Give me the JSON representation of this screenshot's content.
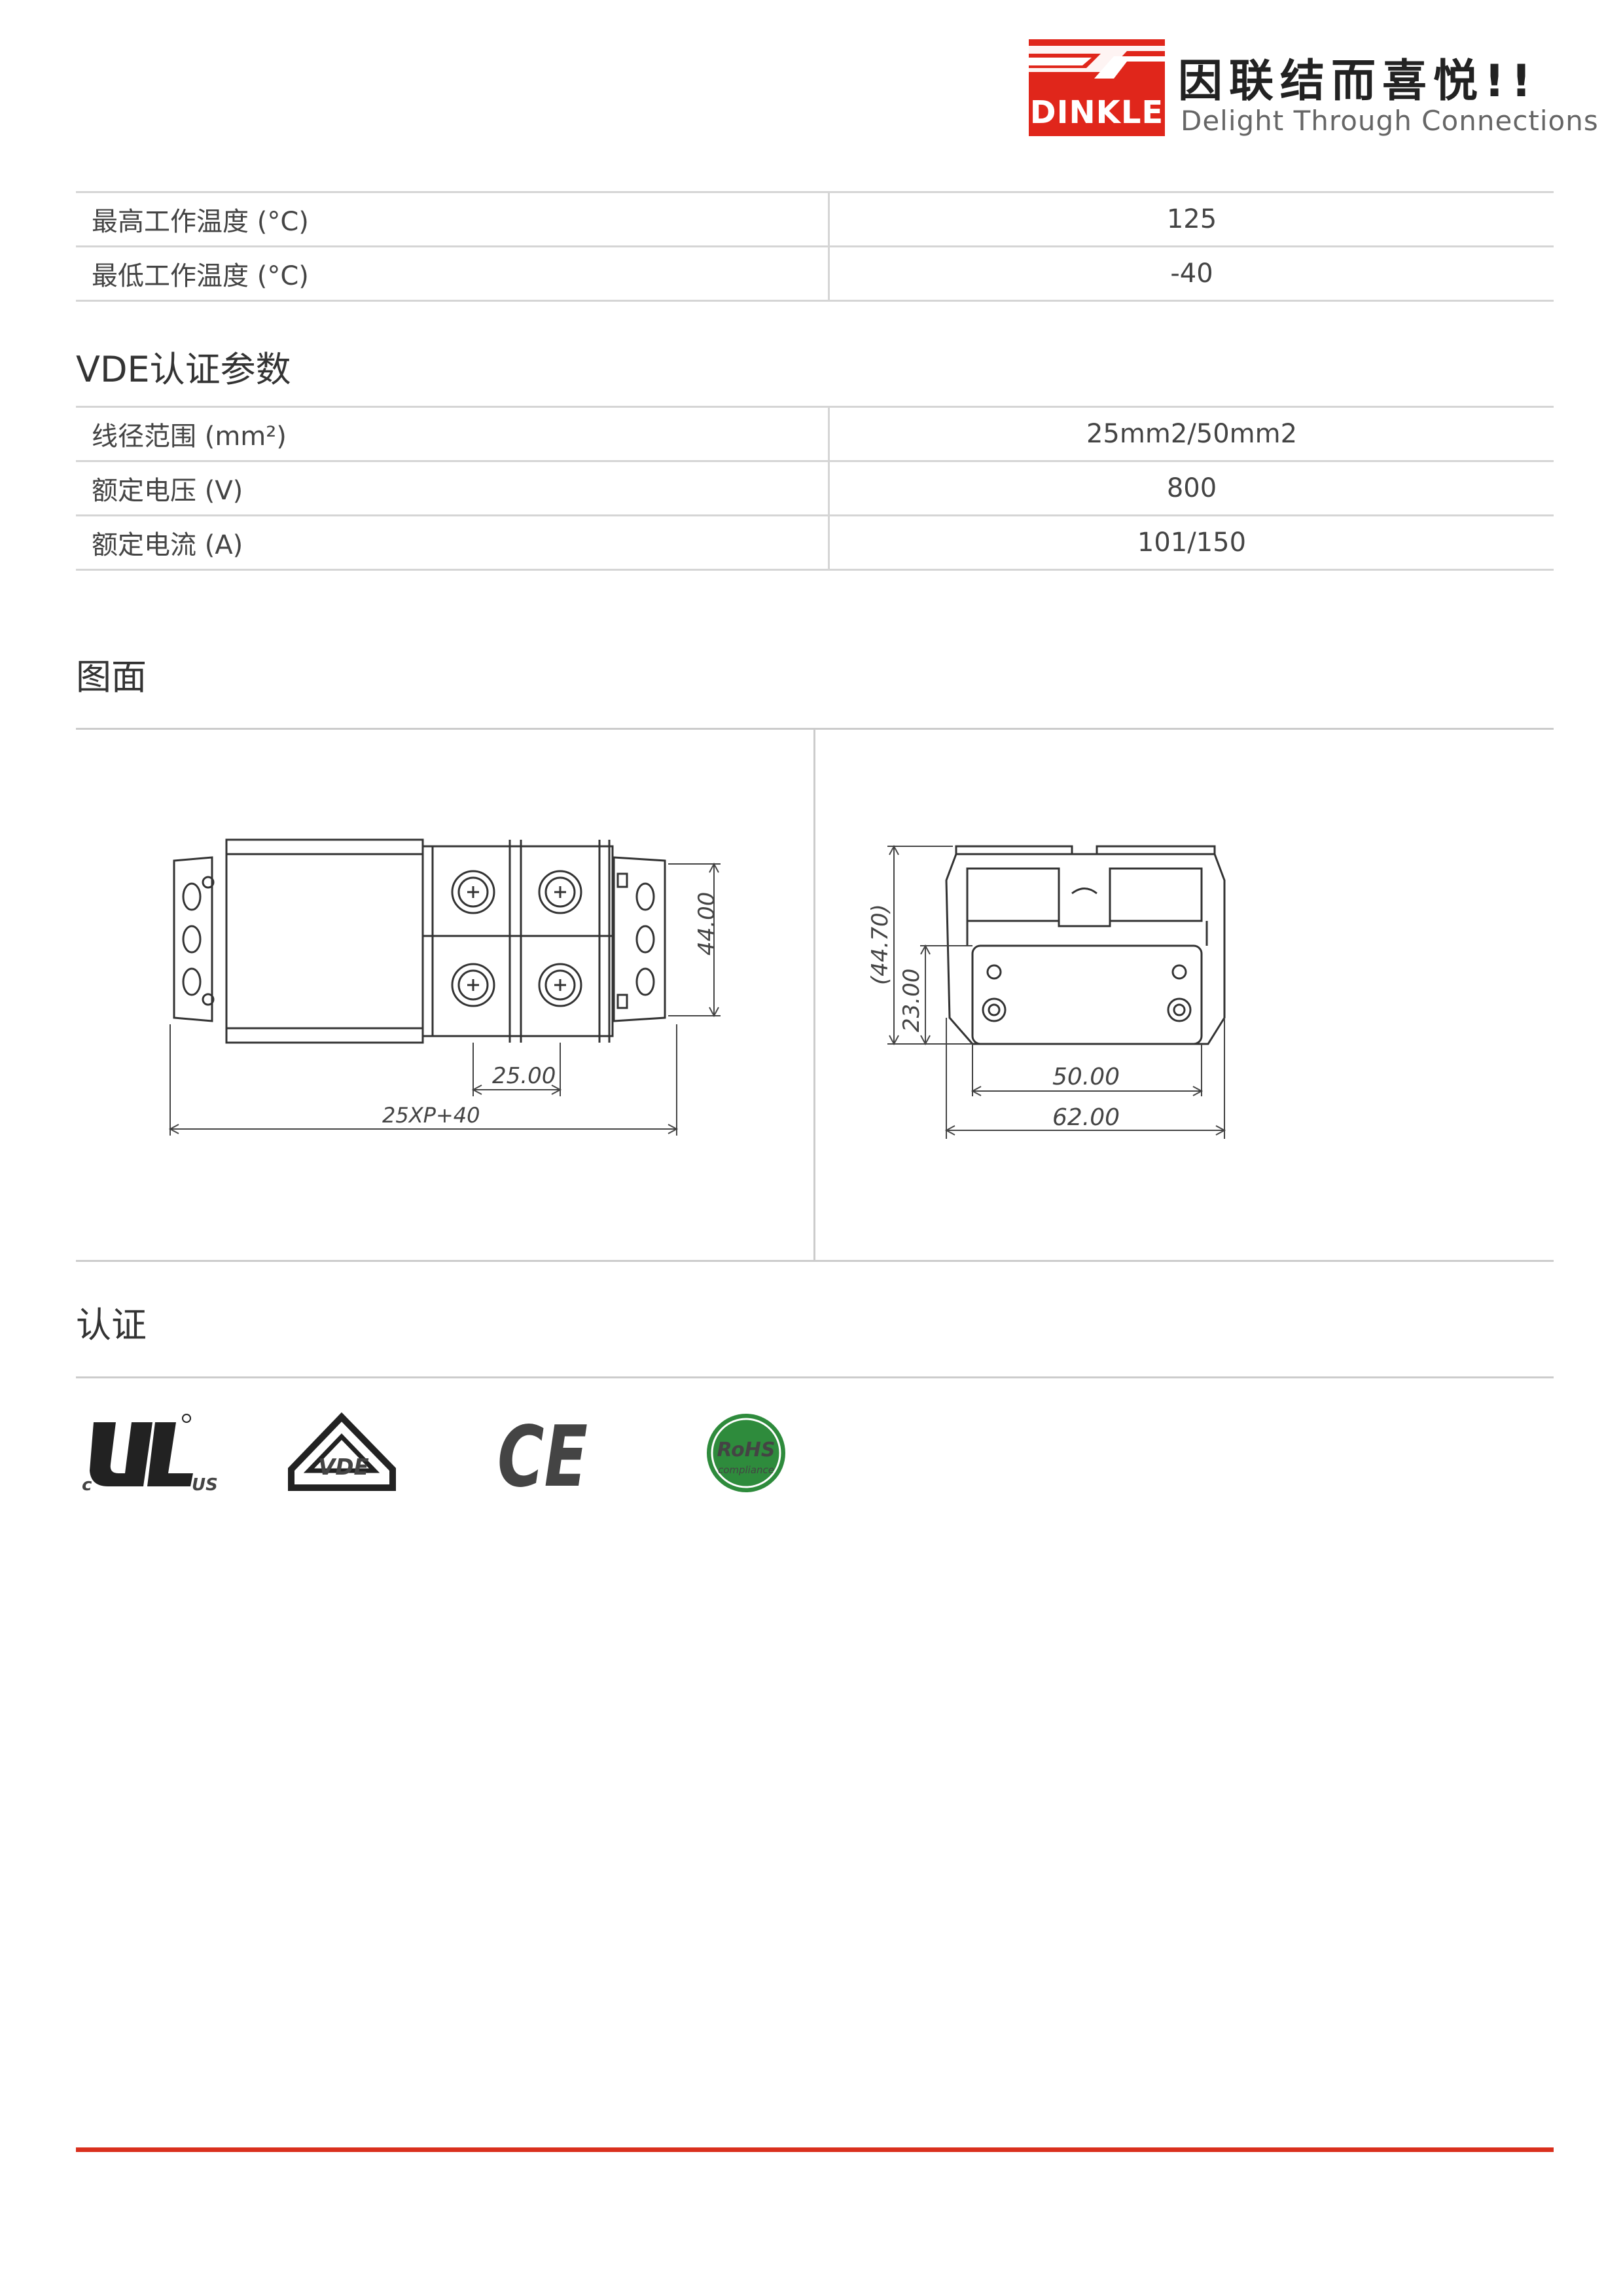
{
  "brand": {
    "logo_text": "DINKLE",
    "slogan_cn": "因联结而喜悦!!",
    "slogan_en": "Delight Through Connections",
    "accent_color": "#e0261b"
  },
  "temperature_table": [
    {
      "label": "最高工作温度 (°C)",
      "value": "125"
    },
    {
      "label": "最低工作温度 (°C)",
      "value": "-40"
    }
  ],
  "vde": {
    "title": "VDE认证参数",
    "rows": [
      {
        "label": "线径范围 (mm²)",
        "value": "25mm2/50mm2"
      },
      {
        "label": "额定电压 (V)",
        "value": "800"
      },
      {
        "label": "额定电流 (A)",
        "value": "101/150"
      }
    ]
  },
  "drawing": {
    "title": "图面",
    "front_view": {
      "dim_height": "44.00",
      "dim_pitch": "25.00",
      "dim_length": "25XP+40"
    },
    "side_view": {
      "dim_total_height": "(44.70)",
      "dim_height": "23.00",
      "dim_inner_width": "50.00",
      "dim_width": "62.00"
    }
  },
  "certifications": {
    "title": "认证",
    "items": [
      {
        "name": "UL",
        "icon": "cul-us-icon",
        "prefix": "c",
        "suffix": "US"
      },
      {
        "name": "VDE",
        "icon": "vde-icon",
        "text": "VDE"
      },
      {
        "name": "CE",
        "icon": "ce-icon",
        "text": "CE"
      },
      {
        "name": "RoHS",
        "icon": "rohs-icon",
        "text": "RoHS",
        "subtext": "compliance",
        "color": "#2e8b3c"
      }
    ]
  },
  "footer": {
    "line_color": "#d9301d"
  }
}
